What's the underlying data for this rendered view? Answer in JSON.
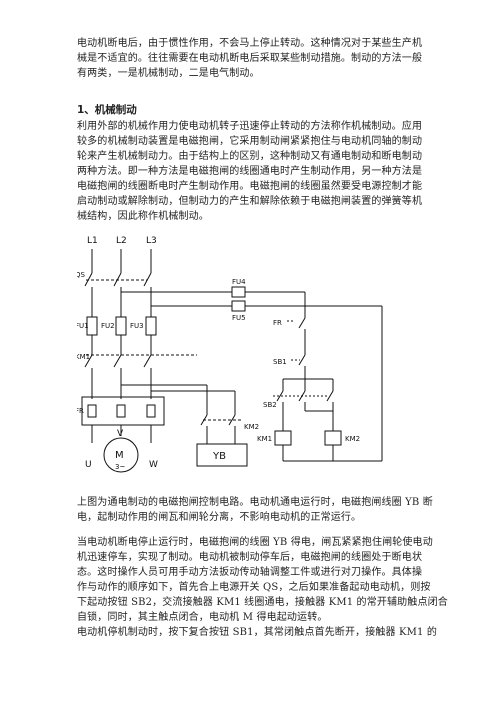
{
  "para1": [
    "电动机断电后，由于惯性作用，不会马上停止转动。这种情况对于某些生产机",
    "械是不适宜的。往往需要在电动机断电后采取某些制动措施。制动的方法一般",
    "有两类，一是机械制动，二是电气制动。"
  ],
  "heading1": "1、机械制动",
  "para2": [
    "利用外部的机械作用力使电动机转子迅速停止转动的方法称作机械制动。应用",
    "较多的机械制动装置是电磁抱闸，它采用制动闸紧紧抱住与电动机同轴的制动",
    "轮来产生机械制动力。由于结构上的区别，这种制动又有通电制动和断电制动",
    "两种方法。即一种方法是电磁抱闸的线圈通电时产生制动作用，另一种方法是",
    "电磁抱闸的线圈断电时产生制动作用。电磁抱闸的线圈虽然要受电源控制才能",
    "启动制动或解除制动，但制动力的产生和解除依赖于电磁抱闸装置的弹簧等机",
    "械结构，因此称作机械制动。"
  ],
  "diagram": {
    "phases": [
      "L1",
      "L2",
      "L3"
    ],
    "qs": "QS",
    "fu4": "FU4",
    "fu5": "FU5",
    "fu1": "FU1",
    "fu2": "FU2",
    "fu3": "FU3",
    "km1": "KM1",
    "fr": "FR",
    "fr_ctrl": "FR",
    "sb1": "SB1",
    "sb2": "SB2",
    "km2": "KM2",
    "coil_km1": "KM1",
    "coil_km2": "KM2",
    "yb": "YB",
    "motor_v": "V",
    "motor_u": "U",
    "motor_w": "W",
    "motor_m": "M",
    "motor_3": "3~"
  },
  "para3": [
    "上图为通电制动的电磁抱闸控制电路。电动机通电运行时，电磁抱闸线圈 YB 断",
    "电，起制动作用的闸瓦和闸轮分离，不影响电动机的正常运行。"
  ],
  "para4": [
    "当电动机断电停止运行时，电磁抱闸的线圈 YB 得电，闸瓦紧紧抱住闸轮使电动",
    "机迅速停车，实现了制动。电动机被制动停车后，电磁抱闸的线圈处于断电状",
    "态。这时操作人员可用手动方法扳动传动轴调整工件或进行对刀操作。具体操",
    "作与动作的顺序如下，首先合上电源开关 QS，之后如果准备起动电动机，则按",
    "下起动按钮 SB2，交流接触器 KM1 线圈通电，接触器 KM1 的常开辅助触点闭合",
    "自锁，同时，其主触点闭合，电动机 M 得电起动运转。"
  ],
  "para5": [
    "电动机停机制动时，按下复合按钮 SB1，其常闭触点首先断开，接触器 KM1 的"
  ]
}
